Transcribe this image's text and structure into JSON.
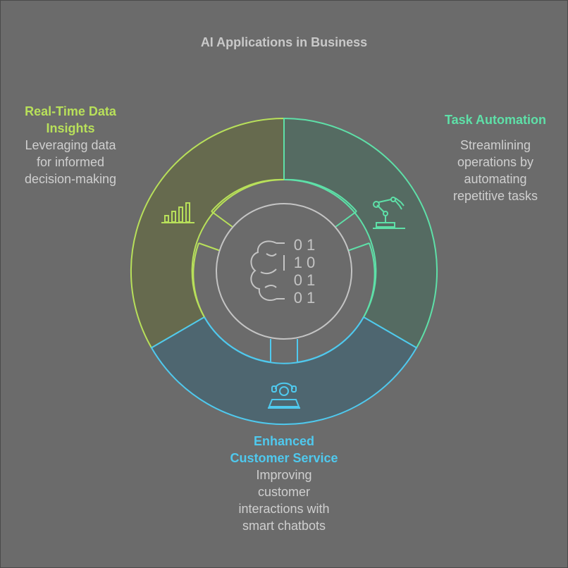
{
  "title": "AI Applications in Business",
  "colors": {
    "background": "#6b6b6b",
    "insights": "#b8e05a",
    "automation": "#5ee0a8",
    "service": "#4fc9ee",
    "center_ring": "#c4c4c4"
  },
  "segments": [
    {
      "key": "insights",
      "title": "Real-Time Data Insights",
      "title_lines": [
        "Real-Time Data",
        "Insights"
      ],
      "description_lines": [
        "Leveraging data",
        "for informed",
        "decision-making"
      ],
      "icon": "bar-chart-icon"
    },
    {
      "key": "automation",
      "title": "Task Automation",
      "title_lines": [
        "Task Automation"
      ],
      "description_lines": [
        "Streamlining",
        "operations by",
        "automating",
        "repetitive tasks"
      ],
      "icon": "robot-arm-icon"
    },
    {
      "key": "service",
      "title": "Enhanced Customer Service",
      "title_lines": [
        "Enhanced",
        "Customer Service"
      ],
      "description_lines": [
        "Improving",
        "customer",
        "interactions with",
        "smart chatbots"
      ],
      "icon": "support-agent-icon"
    }
  ],
  "center": {
    "icon": "brain-binary-icon",
    "binary_rows": [
      "0 1",
      "1 0",
      "0 1",
      "0 1"
    ]
  }
}
